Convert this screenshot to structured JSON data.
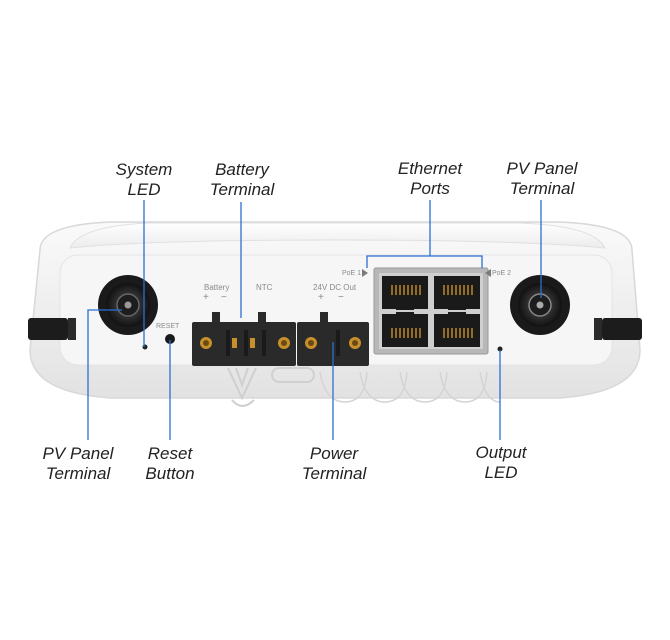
{
  "callouts": {
    "system_led": [
      "System",
      "LED"
    ],
    "battery_terminal": [
      "Battery",
      "Terminal"
    ],
    "ethernet_ports": [
      "Ethernet",
      "Ports"
    ],
    "pv_panel_terminal_top": [
      "PV Panel",
      "Terminal"
    ],
    "pv_panel_terminal_bottom": [
      "PV Panel",
      "Terminal"
    ],
    "reset_button": [
      "Reset",
      "Button"
    ],
    "power_terminal": [
      "Power",
      "Terminal"
    ],
    "output_led": [
      "Output",
      "LED"
    ]
  },
  "device_labels": {
    "battery": "Battery",
    "battery_plus": "+",
    "battery_minus": "−",
    "ntc": "NTC",
    "dc_out": "24V DC Out",
    "dc_plus": "+",
    "dc_minus": "−",
    "reset": "RESET",
    "poe1": "PoE 1",
    "poe2": "PoE 2"
  },
  "colors": {
    "leader_line": "#2b6fd6",
    "terminal_block": "#2a2a2a",
    "brass": "#c8902a",
    "housing": "#f1f1f1"
  }
}
